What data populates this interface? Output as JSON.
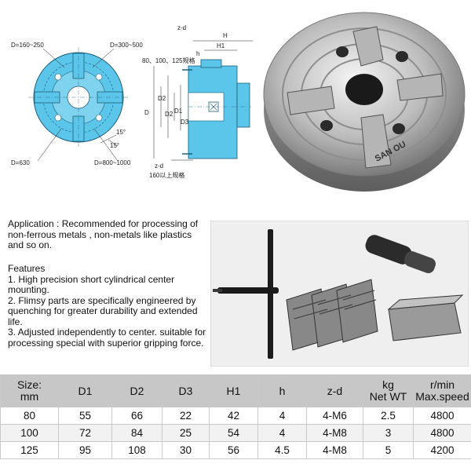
{
  "drawing": {
    "front_view": {
      "labels": {
        "d_top_left": "D=160~250",
        "d_top_right": "D=300~500",
        "d_bottom_left": "D=630",
        "d_bottom_right": "D=800~1000",
        "angle_a": "15°",
        "angle_b": "15°"
      }
    },
    "side_view": {
      "labels": {
        "zd_top": "z-d",
        "H": "H",
        "H1": "H1",
        "h": "h",
        "sizes_note": "80、100、125规格",
        "D2_outer": "D2",
        "D": "D",
        "D2_inner": "D2",
        "D1": "D1",
        "D3": "D3",
        "zd_bottom": "z-d",
        "sizes_note_bottom": "160以上规格"
      }
    },
    "accent_color": "#4fc3e8"
  },
  "photo": {
    "brand_text": "SAN OU"
  },
  "application": {
    "text": "Application : Recommended for processing of non-ferrous metals , non-metals like plastics and so on."
  },
  "features": {
    "title": "Features",
    "items": [
      "1. High precision short cylindrical center mounting.",
      "2. Flimsy parts are specifically engineered by quenching for greater durability and extended life.",
      "3. Adjusted independently to center. suitable for processing special with superior gripping force."
    ]
  },
  "table": {
    "headers": [
      [
        "Size:",
        "mm"
      ],
      [
        "D1"
      ],
      [
        "D2"
      ],
      [
        "D3"
      ],
      [
        "H1"
      ],
      [
        "h"
      ],
      [
        "z-d"
      ],
      [
        "kg",
        "Net WT"
      ],
      [
        "r/min",
        "Max.speed"
      ]
    ],
    "rows": [
      [
        "80",
        "55",
        "66",
        "22",
        "42",
        "4",
        "4-M6",
        "2.5",
        "4800"
      ],
      [
        "100",
        "72",
        "84",
        "25",
        "54",
        "4",
        "4-M8",
        "3",
        "4800"
      ],
      [
        "125",
        "95",
        "108",
        "30",
        "56",
        "4.5",
        "4-M8",
        "5",
        "4200"
      ]
    ],
    "header_bg": "#c7c7c7"
  }
}
